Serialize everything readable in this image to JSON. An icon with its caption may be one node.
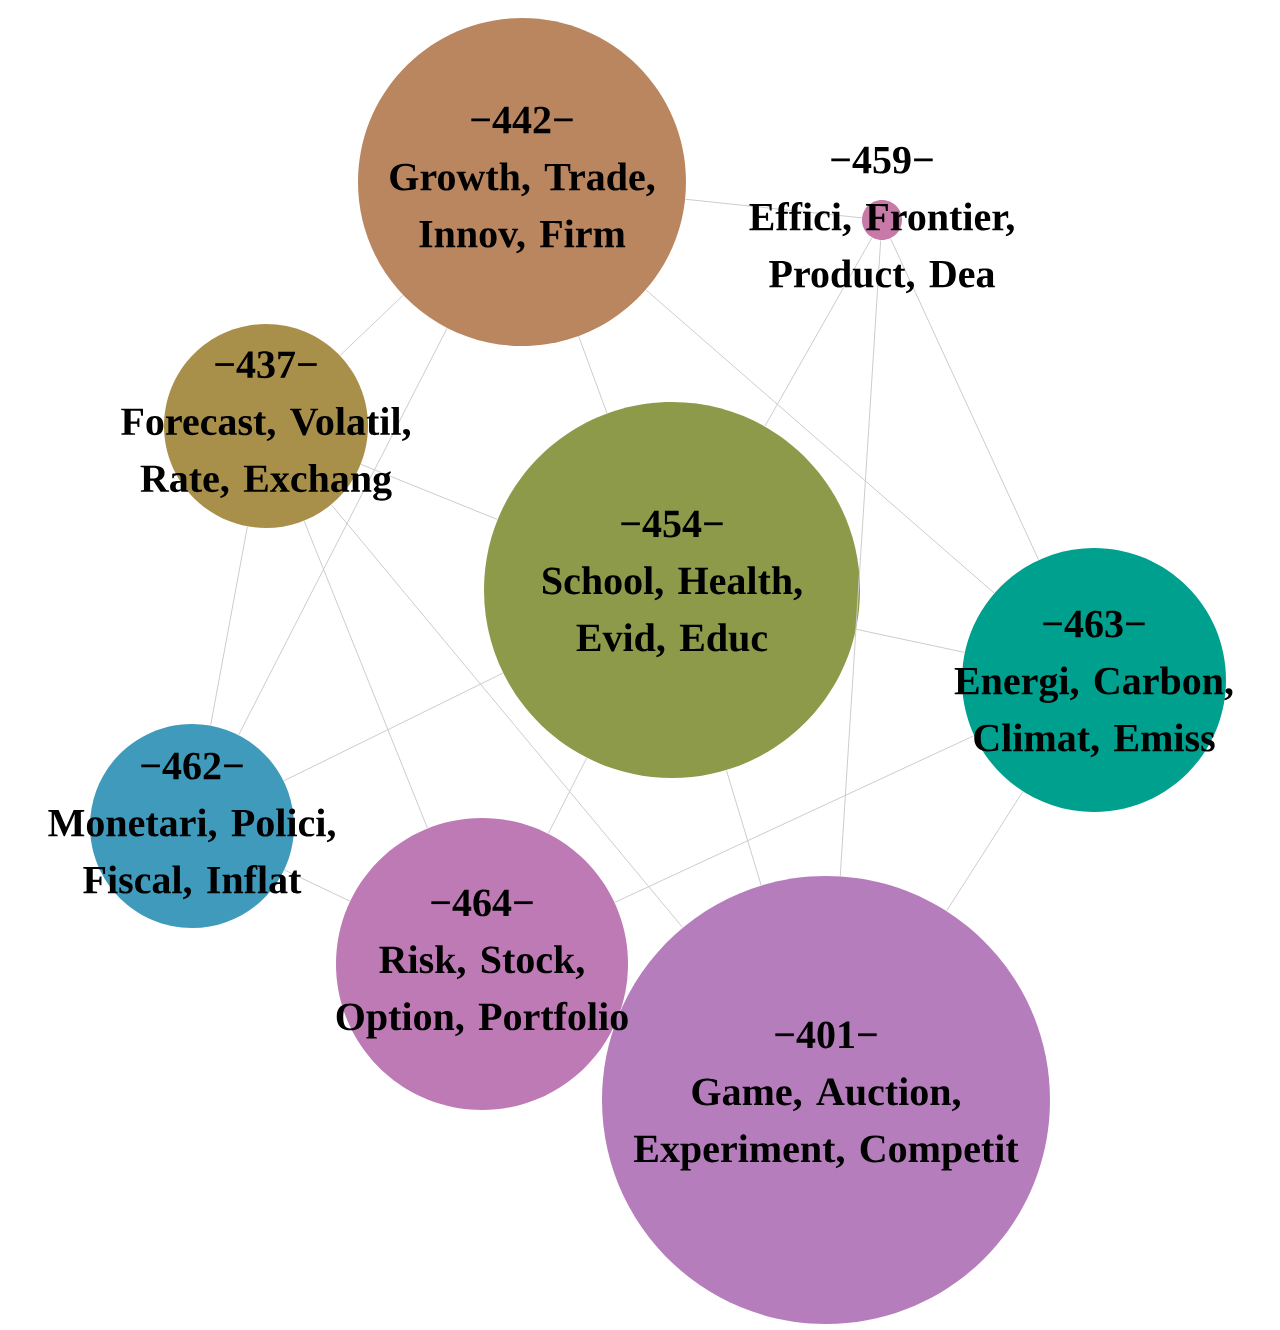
{
  "diagram": {
    "nodes": [
      {
        "text": [
          "−442−",
          "Growth, Trade, Innov, Firm"
        ]
      },
      {
        "text": [
          "−459−",
          "Effici, Frontier, Product, Dea"
        ]
      },
      {
        "text": [
          "−437−",
          "Forecast, Volatil, Rate, Exchang"
        ]
      },
      {
        "text": [
          "−454−",
          "School, Health, Evid, Educ"
        ]
      },
      {
        "text": [
          "−463−",
          "Energi, Carbon, Climat, Emiss"
        ]
      },
      {
        "text": [
          "−462−",
          "Monetari, Polici, Fiscal, Inflat"
        ]
      },
      {
        "text": [
          "−464−",
          "Risk, Stock, Option, Portfolio"
        ]
      },
      {
        "text": [
          "−401−",
          "Game, Auction, Experiment, Competit"
        ]
      }
    ],
    "edges": [
      {
        "from": 0,
        "to": 1,
        "arrow": "none"
      },
      {
        "from": 0,
        "to": 2,
        "arrow": "none"
      },
      {
        "from": 0,
        "to": 3,
        "arrow": "none"
      },
      {
        "from": 0,
        "to": 5,
        "arrow": "none"
      },
      {
        "from": 0,
        "to": 4,
        "arrow": "none"
      },
      {
        "from": 1,
        "to": 3,
        "arrow": "none"
      },
      {
        "from": 1,
        "to": 4,
        "arrow": "none"
      },
      {
        "from": 1,
        "to": 7,
        "arrow": "none"
      },
      {
        "from": 2,
        "to": 3,
        "arrow": "none"
      },
      {
        "from": 2,
        "to": 5,
        "arrow": "none"
      },
      {
        "from": 2,
        "to": 6,
        "arrow": "none"
      },
      {
        "from": 2,
        "to": 7,
        "arrow": "none"
      },
      {
        "from": 3,
        "to": 4,
        "arrow": "none"
      },
      {
        "from": 3,
        "to": 7,
        "arrow": "none"
      },
      {
        "from": 3,
        "to": 6,
        "arrow": "none"
      },
      {
        "from": 3,
        "to": 5,
        "arrow": "none"
      },
      {
        "from": 4,
        "to": 6,
        "arrow": "none"
      },
      {
        "from": 4,
        "to": 7,
        "arrow": "none"
      },
      {
        "from": 5,
        "to": 6,
        "arrow": "none"
      }
    ]
  }
}
